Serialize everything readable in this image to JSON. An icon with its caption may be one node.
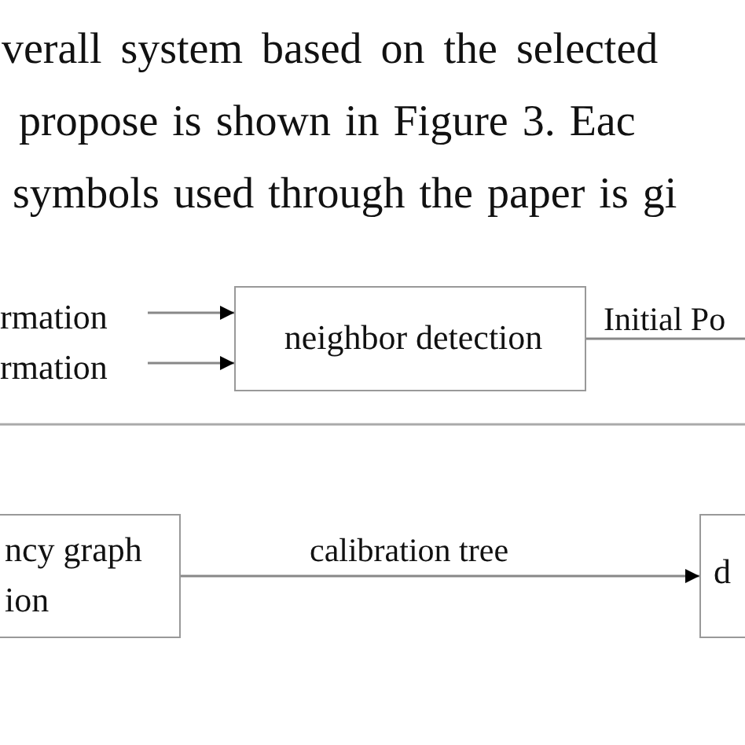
{
  "diagram": {
    "nodes": [
      {
        "text": [
          "rmation"
        ]
      },
      {
        "text": [
          "rmation"
        ]
      },
      {
        "text": [
          "neighbor detection"
        ]
      },
      {
        "text": [
          "ncy graph ion"
        ]
      },
      {
        "text": [
          "d"
        ]
      }
    ],
    "edges": [
      {
        "from": 0,
        "to": 2,
        "arrow": "to"
      },
      {
        "from": 1,
        "to": 2,
        "arrow": "to"
      },
      {
        "from": 2,
        "to": null,
        "label": "Initial Po",
        "arrow": "none"
      },
      {
        "from": 3,
        "to": 4,
        "label": "calibration tree",
        "arrow": "to"
      }
    ],
    "labels": [
      "verall system based on the selected",
      "propose is shown in Figure 3. Eac",
      "symbols used through the paper is gi"
    ]
  }
}
